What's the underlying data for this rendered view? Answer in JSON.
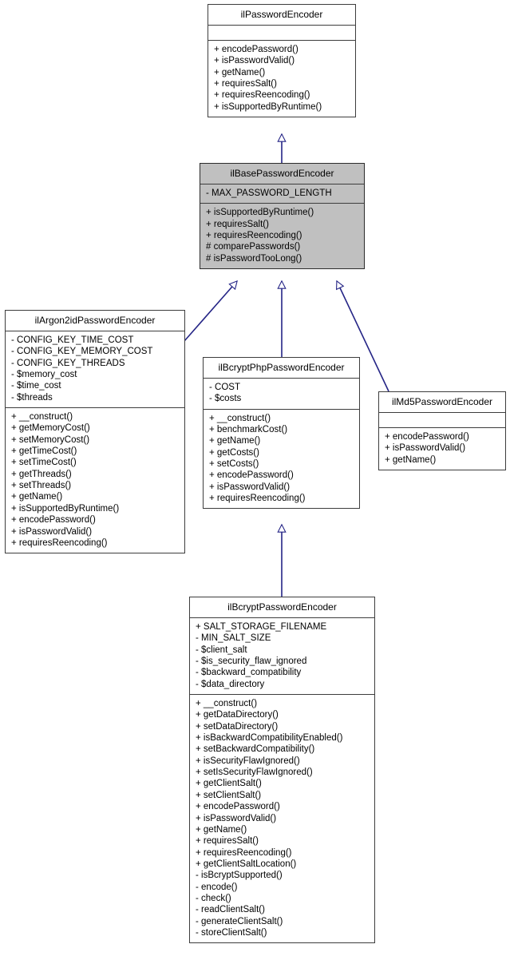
{
  "diagram": {
    "kind": "uml-class-diagram",
    "title": "ilPasswordEncoder inheritance hierarchy",
    "colors": {
      "background": "#ffffff",
      "box_fill": "#ffffff",
      "highlight_fill": "#c0c0c0",
      "border": "#3d3d3d",
      "text": "#000000",
      "edge": "#252586"
    },
    "relationship": "generalization"
  },
  "classes": {
    "password_encoder": {
      "name": "ilPasswordEncoder",
      "highlighted": false,
      "attributes": [],
      "methods": [
        "+ encodePassword()",
        "+ isPasswordValid()",
        "+ getName()",
        "+ requiresSalt()",
        "+ requiresReencoding()",
        "+ isSupportedByRuntime()"
      ]
    },
    "base_password_encoder": {
      "name": "ilBasePasswordEncoder",
      "highlighted": true,
      "attributes": [
        "- MAX_PASSWORD_LENGTH"
      ],
      "methods": [
        "+ isSupportedByRuntime()",
        "+ requiresSalt()",
        "+ requiresReencoding()",
        "# comparePasswords()",
        "# isPasswordTooLong()"
      ]
    },
    "argon2id_password_encoder": {
      "name": "ilArgon2idPasswordEncoder",
      "highlighted": false,
      "attributes": [
        "- CONFIG_KEY_TIME_COST",
        "- CONFIG_KEY_MEMORY_COST",
        "- CONFIG_KEY_THREADS",
        "- $memory_cost",
        "- $time_cost",
        "- $threads"
      ],
      "methods": [
        "+ __construct()",
        "+ getMemoryCost()",
        "+ setMemoryCost()",
        "+ getTimeCost()",
        "+ setTimeCost()",
        "+ getThreads()",
        "+ setThreads()",
        "+ getName()",
        "+ isSupportedByRuntime()",
        "+ encodePassword()",
        "+ isPasswordValid()",
        "+ requiresReencoding()"
      ]
    },
    "bcrypt_php_password_encoder": {
      "name": "ilBcryptPhpPasswordEncoder",
      "highlighted": false,
      "attributes": [
        "- COST",
        "- $costs"
      ],
      "methods": [
        "+ __construct()",
        "+ benchmarkCost()",
        "+ getName()",
        "+ getCosts()",
        "+ setCosts()",
        "+ encodePassword()",
        "+ isPasswordValid()",
        "+ requiresReencoding()"
      ]
    },
    "md5_password_encoder": {
      "name": "ilMd5PasswordEncoder",
      "highlighted": false,
      "attributes": [],
      "methods": [
        "+ encodePassword()",
        "+ isPasswordValid()",
        "+ getName()"
      ]
    },
    "bcrypt_password_encoder": {
      "name": "ilBcryptPasswordEncoder",
      "highlighted": false,
      "attributes": [
        "+ SALT_STORAGE_FILENAME",
        "- MIN_SALT_SIZE",
        "- $client_salt",
        "- $is_security_flaw_ignored",
        "- $backward_compatibility",
        "- $data_directory"
      ],
      "methods": [
        "+ __construct()",
        "+ getDataDirectory()",
        "+ setDataDirectory()",
        "+ isBackwardCompatibilityEnabled()",
        "+ setBackwardCompatibility()",
        "+ isSecurityFlawIgnored()",
        "+ setIsSecurityFlawIgnored()",
        "+ getClientSalt()",
        "+ setClientSalt()",
        "+ encodePassword()",
        "+ isPasswordValid()",
        "+ getName()",
        "+ requiresSalt()",
        "+ requiresReencoding()",
        "+ getClientSaltLocation()",
        "- isBcryptSupported()",
        "- encode()",
        "- check()",
        "- readClientSalt()",
        "- generateClientSalt()",
        "- storeClientSalt()"
      ]
    }
  },
  "edges": [
    {
      "from": "base_password_encoder",
      "to": "password_encoder",
      "type": "generalization"
    },
    {
      "from": "argon2id_password_encoder",
      "to": "base_password_encoder",
      "type": "generalization"
    },
    {
      "from": "bcrypt_php_password_encoder",
      "to": "base_password_encoder",
      "type": "generalization"
    },
    {
      "from": "md5_password_encoder",
      "to": "base_password_encoder",
      "type": "generalization"
    },
    {
      "from": "bcrypt_password_encoder",
      "to": "bcrypt_php_password_encoder",
      "type": "generalization"
    }
  ]
}
